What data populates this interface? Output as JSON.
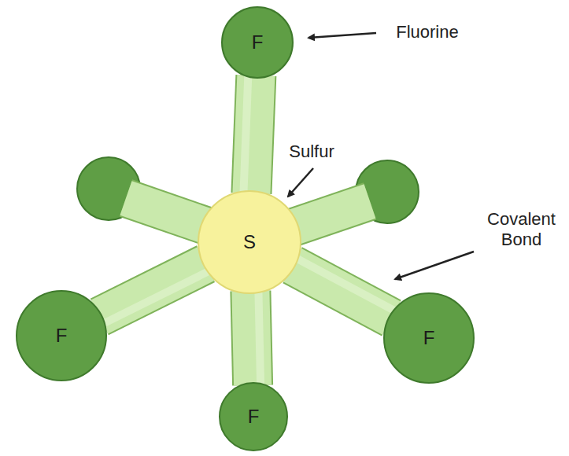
{
  "diagram": {
    "nodes": [
      {
        "text": [
          "F"
        ]
      },
      {
        "text": [
          "S"
        ]
      },
      {
        "text": [
          "F"
        ]
      },
      {
        "text": [
          "F"
        ]
      },
      {
        "text": [
          "F"
        ]
      }
    ],
    "edges": [
      {
        "from": 1,
        "to": 0,
        "arrow": "none"
      },
      {
        "from": 1,
        "to": 2,
        "arrow": "none"
      },
      {
        "from": 1,
        "to": 3,
        "arrow": "none"
      },
      {
        "from": 1,
        "to": 4,
        "arrow": "none"
      }
    ],
    "labels": [
      "Fluorine",
      "Sulfur",
      "Covalent Bond"
    ]
  }
}
